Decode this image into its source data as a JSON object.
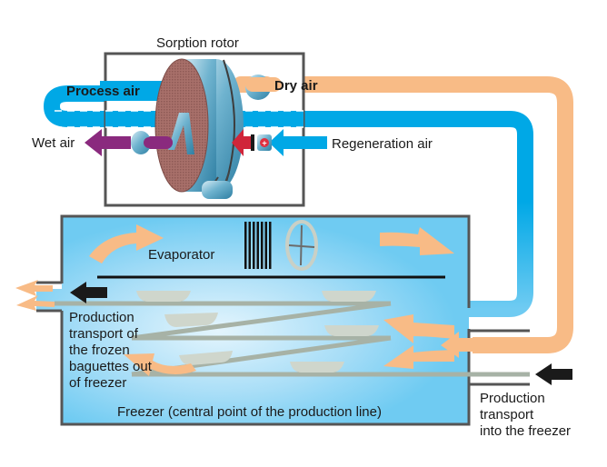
{
  "title": "Sorption dehumidification of a baguette freezer",
  "labels": {
    "sorption_rotor": "Sorption rotor",
    "process_air": "Process air",
    "dry_air": "Dry air",
    "wet_air": "Wet air",
    "regeneration_air": "Regeneration air",
    "evaporator": "Evaporator",
    "freezer": "Freezer (central point of the production line)",
    "transport_out": [
      "Production",
      "transport of",
      "the frozen",
      "baguettes out",
      "of freezer"
    ],
    "transport_in": [
      "Production",
      "transport",
      "into the freezer"
    ]
  },
  "colors": {
    "process_air": "#00a8e6",
    "dry_air": "#f8bb86",
    "wet_air": "#8a2a7e",
    "regeneration_heated": "#d0253a",
    "freezer_fill": "#6fcbf2",
    "freezer_glow": "#d6f0fc",
    "rotor_matrix": "#a8706a",
    "rotor_metal": "#5fa6c4",
    "conveyor": "#a7b2a6",
    "tray": "#cfd6cc",
    "frame": "#555555",
    "transport_arrow": "#1a1a1a"
  },
  "icons": {
    "heater": "heater-plus-icon",
    "fan": "fan-icon",
    "evaporator_coil": "evaporator-coil-icon"
  }
}
